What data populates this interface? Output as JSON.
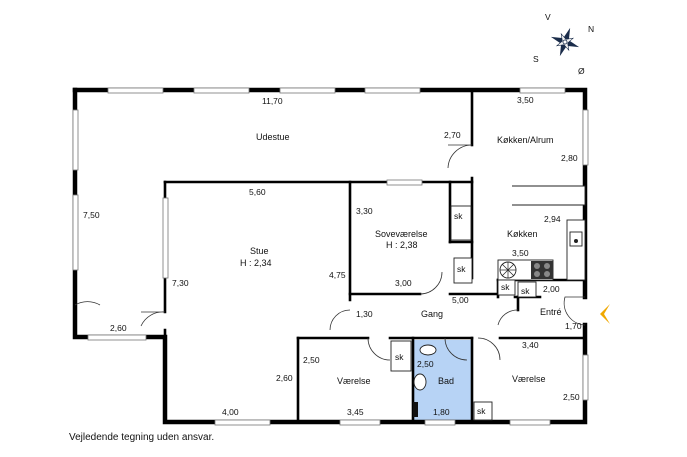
{
  "compass": {
    "n": "N",
    "s": "S",
    "v": "V",
    "o": "Ø"
  },
  "rooms": {
    "udestue": "Udestue",
    "kokken_alrum": "Køkken/Alrum",
    "kokken": "Køkken",
    "soveværelse": "Soveværelse",
    "soveværelse_h": "H : 2,38",
    "stue": "Stue",
    "stue_h": "H : 2,34",
    "gang": "Gang",
    "entre": "Entré",
    "vaerelse_left": "Værelse",
    "vaerelse_right": "Værelse",
    "bad": "Bad"
  },
  "dimensions": {
    "udestue_top": "11,70",
    "udestue_left": "7,50",
    "udestue_bottom": "2,60",
    "udestue_inner": "2,70",
    "alrum_top": "3,50",
    "alrum_right": "2,80",
    "kokken_w": "2,94",
    "kokken_d": "3,50",
    "entre_top": "2,00",
    "entre_right": "1,70",
    "stue_top": "5,60",
    "stue_left": "7,30",
    "stue_right": "4,75",
    "stue_bottom": "4,00",
    "sove_left": "3,30",
    "sove_bottom": "3,00",
    "gang_w": "5,00",
    "gang_h": "1,30",
    "vl_top": "2,50",
    "vl_left": "2,60",
    "vl_bottom": "3,45",
    "bad_h": "2,50",
    "bad_w": "1,80",
    "vr_top": "3,40",
    "vr_right": "2,50"
  },
  "closets": [
    "sk",
    "sk",
    "sk",
    "sk",
    "sk",
    "sk"
  ],
  "disclaimer": "Vejledende tegning uden ansvar.",
  "colors": {
    "bath": "#b7d3f5",
    "entry_arrow": "#f0a800"
  }
}
